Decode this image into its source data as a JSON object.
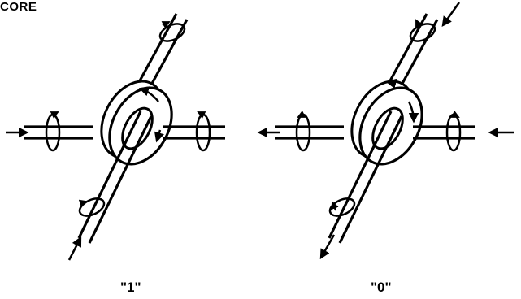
{
  "figure": {
    "title": "CORE",
    "cores": [
      {
        "name": "core-1",
        "label": "\"1\""
      },
      {
        "name": "core-0",
        "label": "\"0\""
      }
    ]
  }
}
